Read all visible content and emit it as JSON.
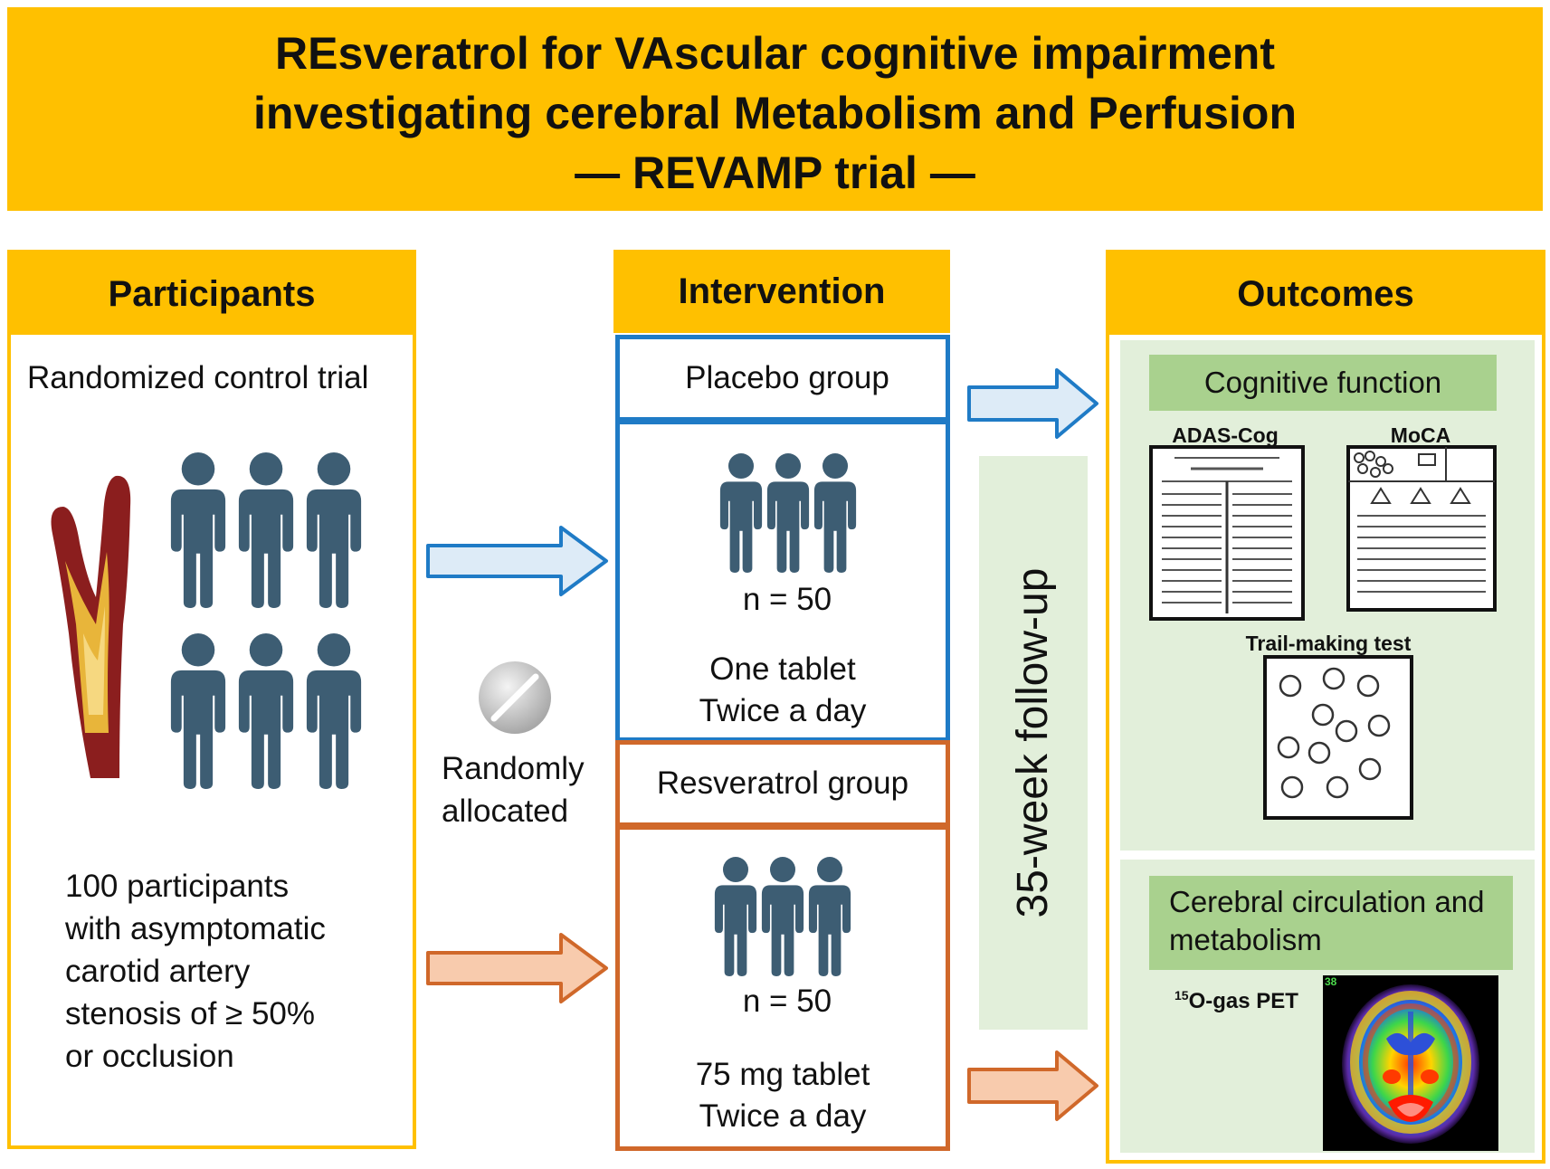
{
  "title": {
    "line1": "REsveratrol for VAscular cognitive impairment",
    "line2": "investigating cerebral Metabolism and Perfusion",
    "line3": "— REVAMP trial —"
  },
  "participants": {
    "header": "Participants",
    "design": "Randomized control trial",
    "description": [
      "100 participants",
      "with asymptomatic",
      "carotid artery",
      "stenosis of ≥ 50%",
      "or occlusion"
    ]
  },
  "randomization": {
    "label": [
      "Randomly",
      "allocated"
    ]
  },
  "intervention": {
    "header": "Intervention",
    "placebo": {
      "name": "Placebo group",
      "n": "n = 50",
      "dose": [
        "One tablet",
        "Twice a day"
      ]
    },
    "resveratrol": {
      "name": "Resveratrol group",
      "n": "n = 50",
      "dose": [
        "75 mg tablet",
        "Twice a day"
      ]
    }
  },
  "followup": "35-week follow-up",
  "outcomes": {
    "header": "Outcomes",
    "cognitive": {
      "heading": "Cognitive function",
      "tests": [
        "ADAS-Cog",
        "MoCA",
        "Trail-making test"
      ]
    },
    "cerebral": {
      "heading": [
        "Cerebral circulation and",
        "metabolism"
      ],
      "pet_sup": "15",
      "pet_label": "O-gas PET",
      "pet_corner": "38"
    }
  },
  "colors": {
    "gold": "#FFC000",
    "blue": "#1F7BC6",
    "orange": "#D0682A",
    "person": "#3D5D73",
    "green_light": "#E2EFDA",
    "green_head": "#A9D18E"
  }
}
